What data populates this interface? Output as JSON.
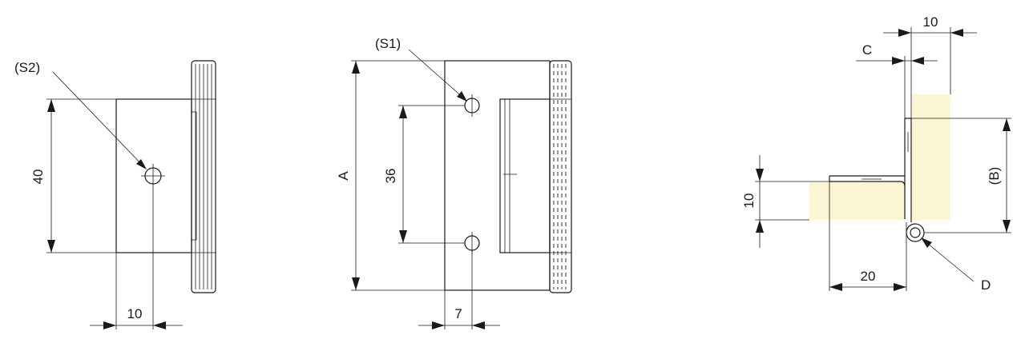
{
  "views": {
    "left": {
      "callout": "(S2)",
      "dim_height": "40",
      "dim_width": "10"
    },
    "middle": {
      "callout": "(S1)",
      "dim_overall": "A",
      "dim_holes": "36",
      "dim_offset": "7"
    },
    "right": {
      "dim_top": "10",
      "dim_c": "C",
      "dim_b": "(B)",
      "dim_left": "10",
      "dim_bottom": "20",
      "dim_d": "D"
    }
  },
  "colors": {
    "line": "#1a1a1a",
    "wood": "#fbf5d3"
  }
}
